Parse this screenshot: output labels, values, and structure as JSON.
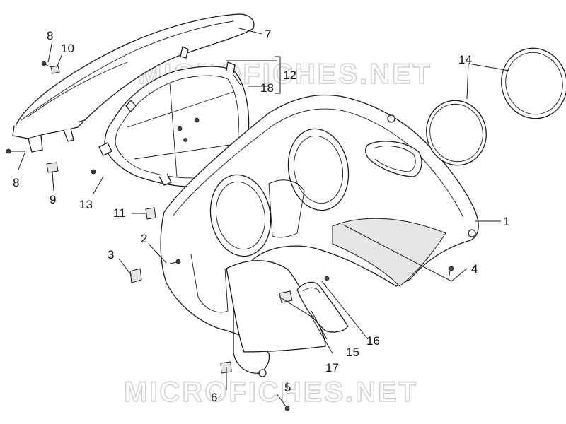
{
  "watermark": {
    "text": "MICROFICHES.NET"
  },
  "callouts": [
    "1",
    "2",
    "3",
    "4",
    "5",
    "6",
    "7",
    "8",
    "8",
    "9",
    "10",
    "11",
    "12",
    "13",
    "14",
    "15",
    "16",
    "17",
    "18"
  ]
}
